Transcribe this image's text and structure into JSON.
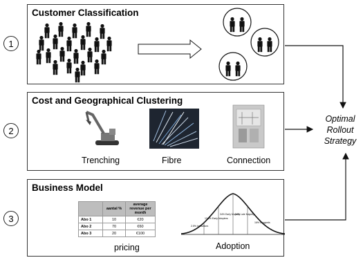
{
  "steps": [
    {
      "number": "1",
      "title": "Customer Classification"
    },
    {
      "number": "2",
      "title": "Cost and Geographical Clustering",
      "captions": [
        "Trenching",
        "Fibre",
        "Connection"
      ]
    },
    {
      "number": "3",
      "title": "Business Model",
      "captions": [
        "pricing",
        "Adoption"
      ]
    }
  ],
  "outcome": {
    "line1": "Optimal",
    "line2": "Rollout",
    "line3": "Strategy"
  },
  "pricing_table": {
    "headers": [
      "",
      "aantal %",
      "average revenue per month"
    ],
    "rows": [
      {
        "label": "Abo 1",
        "pct": "10",
        "rev": "€20"
      },
      {
        "label": "Abo 2",
        "pct": "70",
        "rev": "€60"
      },
      {
        "label": "Abo 3",
        "pct": "20",
        "rev": "€100"
      }
    ]
  },
  "adoption_curve": {
    "segments": [
      "2.5% Innovators",
      "13.5% Early Adopters",
      "34% Early Majority",
      "34% Late Majority",
      "16% Laggards"
    ]
  }
}
